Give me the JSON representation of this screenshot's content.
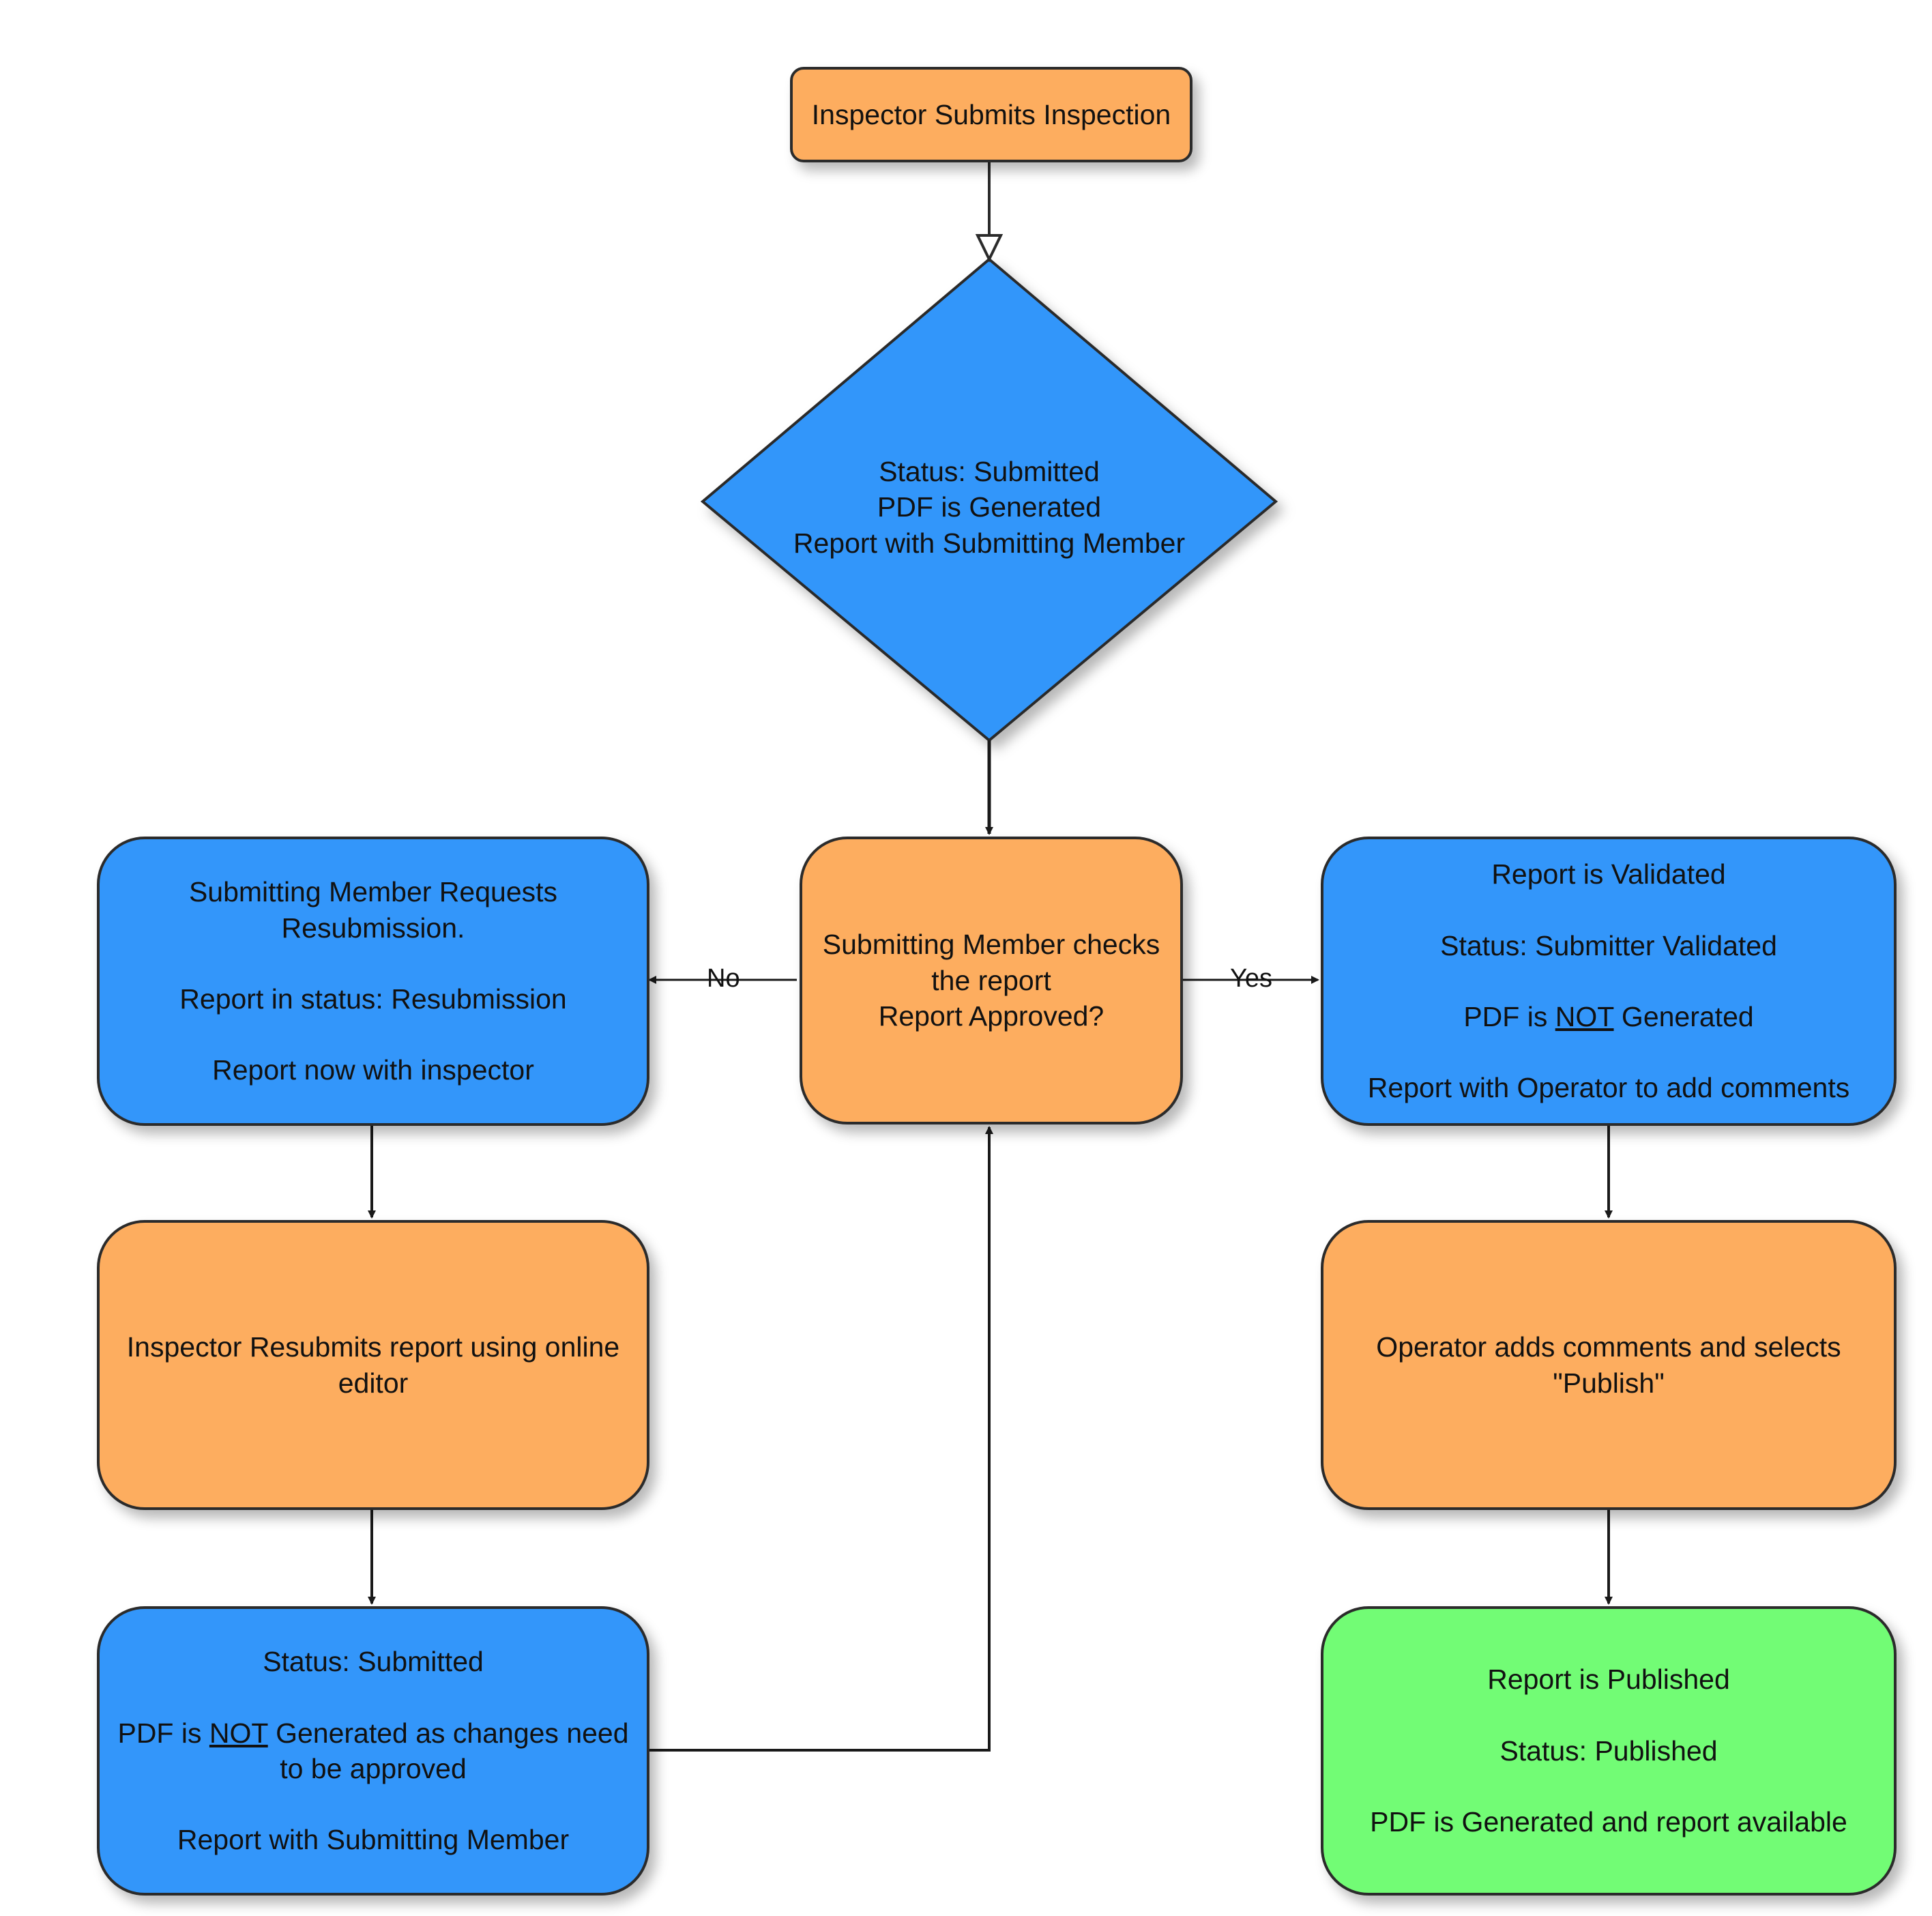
{
  "nodes": {
    "start": {
      "lines": [
        "Inspector Submits Inspection"
      ]
    },
    "decision_diamond": {
      "lines": [
        "Status: Submitted",
        "PDF is Generated",
        "Report with Submitting Member"
      ]
    },
    "check": {
      "lines": [
        "Submitting Member checks",
        "the report",
        "Report Approved?"
      ]
    },
    "resubmission_request": {
      "line1a": "Submitting Member Requests",
      "line1b": "Resubmission.",
      "line2": "Report in status: Resubmission",
      "line3": "Report now with inspector"
    },
    "resubmit": {
      "lines": [
        "Inspector Resubmits report using online",
        "editor"
      ]
    },
    "resubmitted_status": {
      "line1": "Status: Submitted",
      "line2_pre": "PDF is ",
      "line2_not": "NOT",
      "line2_post": " Generated as changes need",
      "line2b": "to be approved",
      "line3": "Report with Submitting Member"
    },
    "validated": {
      "line1": "Report is Validated",
      "line2": "Status: Submitter Validated",
      "line3_pre": "PDF is ",
      "line3_not": "NOT",
      "line3_post": " Generated",
      "line4": "Report with Operator to add comments"
    },
    "operator": {
      "lines": [
        "Operator adds comments and selects",
        "\"Publish\""
      ]
    },
    "published": {
      "line1": "Report is Published",
      "line2": "Status: Published",
      "line3": "PDF is Generated and report available"
    }
  },
  "edge_labels": {
    "no": "No",
    "yes": "Yes"
  },
  "colors": {
    "orange": "#fdad5f",
    "blue": "#3396fa",
    "green": "#72fc75",
    "line": "#2b2b2b"
  }
}
